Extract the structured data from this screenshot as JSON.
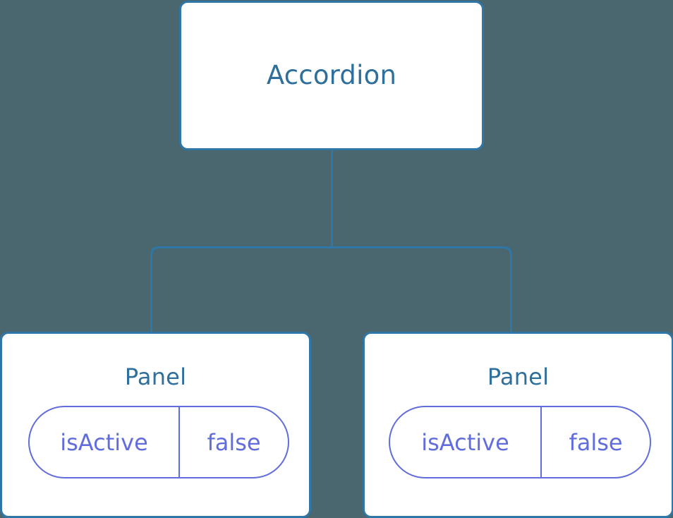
{
  "diagram": {
    "type": "component-tree",
    "background_color": "#4a666f",
    "node_border_color": "#2f77a6",
    "node_fill_color": "#ffffff",
    "title_text_color": "#2f6f9c",
    "connector_color": "#2f77a6",
    "prop_color": "#626ddc",
    "root": {
      "title": "Accordion"
    },
    "children": [
      {
        "title": "Panel",
        "props": [
          {
            "key": "isActive",
            "value": "false"
          }
        ]
      },
      {
        "title": "Panel",
        "props": [
          {
            "key": "isActive",
            "value": "false"
          }
        ]
      }
    ]
  }
}
